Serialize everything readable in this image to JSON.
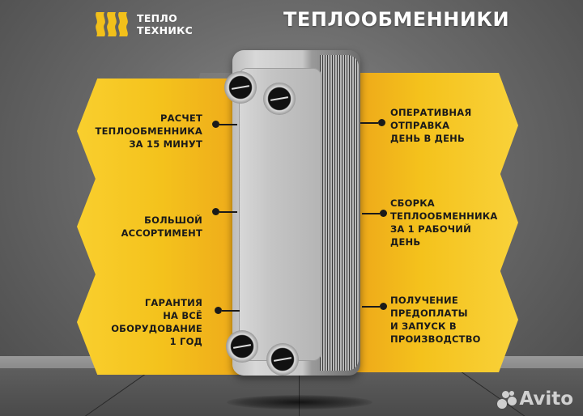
{
  "brand": {
    "logo_line1": "ТЕПЛО",
    "logo_line2": "ТЕХНИКС",
    "logo_color": "#f2c01a"
  },
  "header": {
    "title": "ТЕПЛООБМЕННИКИ"
  },
  "features": {
    "left": [
      {
        "text": "РАСЧЕТ\nТЕПЛООБМЕННИКА\nЗА 15 МИНУТ"
      },
      {
        "text": "БОЛЬШОЙ\nАССОРТИМЕНТ"
      },
      {
        "text": "ГАРАНТИЯ\nНА ВСЁ\nОБОРУДОВАНИЕ\n1 ГОД"
      }
    ],
    "right": [
      {
        "text": "ОПЕРАТИВНАЯ\nОТПРАВКА\nДЕНЬ В ДЕНЬ"
      },
      {
        "text": "СБОРКА\nТЕПЛООБМЕННИКА\nЗА 1 РАБОЧИЙ\nДЕНЬ"
      },
      {
        "text": "ПОЛУЧЕНИЕ\nПРЕДОПЛАТЫ\nИ ЗАПУСК В\nПРОИЗВОДСТВО"
      }
    ]
  },
  "colors": {
    "banner_yellow": "#f4c21c",
    "banner_text": "#1a1a1a",
    "background": "#6a6a6a"
  },
  "watermark": {
    "text": "Avito"
  }
}
